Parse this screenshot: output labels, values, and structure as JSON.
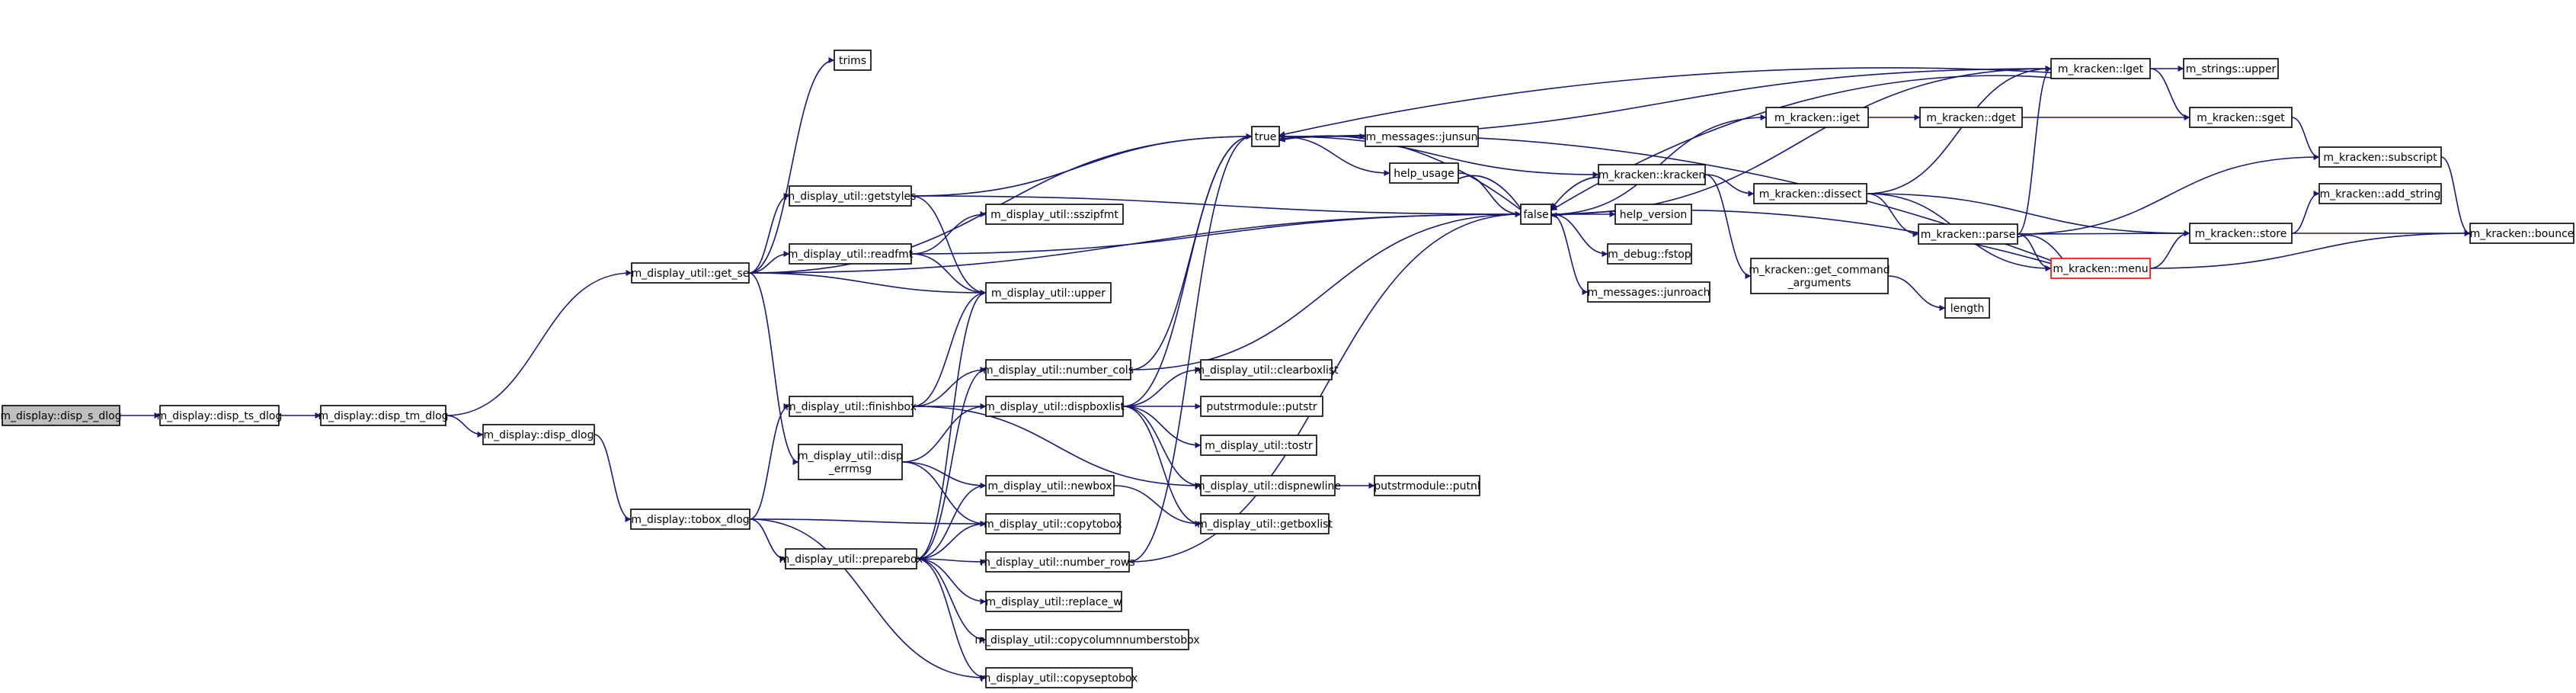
{
  "colors": {
    "edge": "#191970",
    "node_border": "#000000",
    "root_fill": "#bfbfbf",
    "truncated_border": "#ff0000",
    "background": "#ffffff"
  },
  "nodes": [
    {
      "id": "disp_s_dlog",
      "label": "m_display::disp_s_dlog",
      "root": true
    },
    {
      "id": "disp_ts_dlog",
      "label": "m_display::disp_ts_dlog"
    },
    {
      "id": "disp_tm_dlog",
      "label": "m_display::disp_tm_dlog"
    },
    {
      "id": "disp_dlog",
      "label": "m_display::disp_dlog"
    },
    {
      "id": "tobox_dlog",
      "label": "m_display::tobox_dlog"
    },
    {
      "id": "get_se",
      "label": "m_display_util::get_se"
    },
    {
      "id": "trims",
      "label": "trims"
    },
    {
      "id": "getstyles",
      "label": "m_display_util::getstyles"
    },
    {
      "id": "readfmt",
      "label": "m_display_util::readfmt"
    },
    {
      "id": "finishbox",
      "label": "m_display_util::finishbox"
    },
    {
      "id": "disp_errmsg",
      "label": "m_display_util::disp\n_errmsg"
    },
    {
      "id": "preparebox",
      "label": "m_display_util::preparebox"
    },
    {
      "id": "sszipfmt",
      "label": "m_display_util::sszipfmt"
    },
    {
      "id": "upper",
      "label": "m_display_util::upper"
    },
    {
      "id": "number_cols",
      "label": "m_display_util::number_cols"
    },
    {
      "id": "dispboxlist",
      "label": "m_display_util::dispboxlist"
    },
    {
      "id": "newbox",
      "label": "m_display_util::newbox"
    },
    {
      "id": "copytobox",
      "label": "m_display_util::copytobox"
    },
    {
      "id": "number_rows",
      "label": "m_display_util::number_rows"
    },
    {
      "id": "replace_w",
      "label": "m_display_util::replace_w"
    },
    {
      "id": "copycolumnnumberstobox",
      "label": "m_display_util::copycolumnnumberstobox"
    },
    {
      "id": "copyseptobox",
      "label": "m_display_util::copyseptobox"
    },
    {
      "id": "clearboxlist",
      "label": "m_display_util::clearboxlist"
    },
    {
      "id": "putstr",
      "label": "putstrmodule::putstr"
    },
    {
      "id": "tostr",
      "label": "m_display_util::tostr"
    },
    {
      "id": "dispnewline",
      "label": "m_display_util::dispnewline"
    },
    {
      "id": "getboxlist",
      "label": "m_display_util::getboxlist"
    },
    {
      "id": "putnl",
      "label": "putstrmodule::putnl"
    },
    {
      "id": "true",
      "label": "true"
    },
    {
      "id": "junsun",
      "label": "m_messages::junsun"
    },
    {
      "id": "help_usage",
      "label": "help_usage"
    },
    {
      "id": "false",
      "label": "false"
    },
    {
      "id": "help_version",
      "label": "help_version"
    },
    {
      "id": "fstop",
      "label": "m_debug::fstop"
    },
    {
      "id": "junroach",
      "label": "m_messages::junroach"
    },
    {
      "id": "kracken",
      "label": "m_kracken::kracken"
    },
    {
      "id": "iget",
      "label": "m_kracken::iget"
    },
    {
      "id": "dget",
      "label": "m_kracken::dget"
    },
    {
      "id": "lget",
      "label": "m_kracken::lget"
    },
    {
      "id": "strings_upper",
      "label": "m_strings::upper"
    },
    {
      "id": "sget",
      "label": "m_kracken::sget"
    },
    {
      "id": "dissect",
      "label": "m_kracken::dissect"
    },
    {
      "id": "get_command_arguments",
      "label": "m_kracken::get_command\n_arguments"
    },
    {
      "id": "length",
      "label": "length"
    },
    {
      "id": "parse",
      "label": "m_kracken::parse"
    },
    {
      "id": "menu",
      "label": "m_kracken::menu",
      "truncated": true
    },
    {
      "id": "store",
      "label": "m_kracken::store"
    },
    {
      "id": "subscript",
      "label": "m_kracken::subscript"
    },
    {
      "id": "add_string",
      "label": "m_kracken::add_string"
    },
    {
      "id": "bounce",
      "label": "m_kracken::bounce"
    }
  ],
  "edges": [
    [
      "disp_s_dlog",
      "disp_ts_dlog"
    ],
    [
      "disp_ts_dlog",
      "disp_tm_dlog"
    ],
    [
      "disp_tm_dlog",
      "disp_dlog"
    ],
    [
      "disp_tm_dlog",
      "get_se"
    ],
    [
      "disp_dlog",
      "tobox_dlog"
    ],
    [
      "tobox_dlog",
      "finishbox"
    ],
    [
      "tobox_dlog",
      "preparebox"
    ],
    [
      "tobox_dlog",
      "copytobox"
    ],
    [
      "tobox_dlog",
      "copyseptobox"
    ],
    [
      "get_se",
      "trims"
    ],
    [
      "get_se",
      "true"
    ],
    [
      "get_se",
      "getstyles"
    ],
    [
      "get_se",
      "readfmt"
    ],
    [
      "get_se",
      "upper"
    ],
    [
      "get_se",
      "false"
    ],
    [
      "get_se",
      "disp_errmsg"
    ],
    [
      "getstyles",
      "true"
    ],
    [
      "getstyles",
      "false"
    ],
    [
      "getstyles",
      "upper"
    ],
    [
      "readfmt",
      "sszipfmt"
    ],
    [
      "readfmt",
      "upper"
    ],
    [
      "readfmt",
      "false"
    ],
    [
      "finishbox",
      "upper"
    ],
    [
      "finishbox",
      "number_cols"
    ],
    [
      "finishbox",
      "dispboxlist"
    ],
    [
      "finishbox",
      "dispnewline"
    ],
    [
      "disp_errmsg",
      "dispboxlist"
    ],
    [
      "disp_errmsg",
      "newbox"
    ],
    [
      "disp_errmsg",
      "copytobox"
    ],
    [
      "preparebox",
      "upper"
    ],
    [
      "preparebox",
      "number_cols"
    ],
    [
      "preparebox",
      "newbox"
    ],
    [
      "preparebox",
      "copytobox"
    ],
    [
      "preparebox",
      "number_rows"
    ],
    [
      "preparebox",
      "replace_w"
    ],
    [
      "preparebox",
      "copycolumnnumberstobox"
    ],
    [
      "preparebox",
      "copyseptobox"
    ],
    [
      "number_cols",
      "true"
    ],
    [
      "number_cols",
      "false"
    ],
    [
      "dispboxlist",
      "true"
    ],
    [
      "dispboxlist",
      "clearboxlist"
    ],
    [
      "dispboxlist",
      "putstr"
    ],
    [
      "dispboxlist",
      "tostr"
    ],
    [
      "dispboxlist",
      "dispnewline"
    ],
    [
      "dispboxlist",
      "getboxlist"
    ],
    [
      "newbox",
      "getboxlist"
    ],
    [
      "number_rows",
      "true"
    ],
    [
      "number_rows",
      "false"
    ],
    [
      "dispnewline",
      "putnl"
    ],
    [
      "true",
      "junsun"
    ],
    [
      "true",
      "help_usage"
    ],
    [
      "true",
      "kracken"
    ],
    [
      "true",
      "lget"
    ],
    [
      "help_usage",
      "false"
    ],
    [
      "false",
      "help_usage"
    ],
    [
      "false",
      "help_version"
    ],
    [
      "false",
      "fstop"
    ],
    [
      "false",
      "junroach"
    ],
    [
      "false",
      "true"
    ],
    [
      "false",
      "iget"
    ],
    [
      "false",
      "lget"
    ],
    [
      "kracken",
      "false"
    ],
    [
      "kracken",
      "dissect"
    ],
    [
      "kracken",
      "get_command_arguments"
    ],
    [
      "iget",
      "dget"
    ],
    [
      "dget",
      "sget"
    ],
    [
      "lget",
      "true"
    ],
    [
      "lget",
      "false"
    ],
    [
      "lget",
      "strings_upper"
    ],
    [
      "lget",
      "sget"
    ],
    [
      "sget",
      "subscript"
    ],
    [
      "dissect",
      "lget"
    ],
    [
      "dissect",
      "parse"
    ],
    [
      "dissect",
      "menu"
    ],
    [
      "dissect",
      "store"
    ],
    [
      "get_command_arguments",
      "length"
    ],
    [
      "parse",
      "lget"
    ],
    [
      "parse",
      "menu"
    ],
    [
      "parse",
      "store"
    ],
    [
      "parse",
      "subscript"
    ],
    [
      "menu",
      "false"
    ],
    [
      "menu",
      "true"
    ],
    [
      "menu",
      "parse"
    ],
    [
      "menu",
      "store"
    ],
    [
      "menu",
      "bounce"
    ],
    [
      "store",
      "add_string"
    ],
    [
      "store",
      "bounce"
    ],
    [
      "subscript",
      "bounce"
    ]
  ]
}
